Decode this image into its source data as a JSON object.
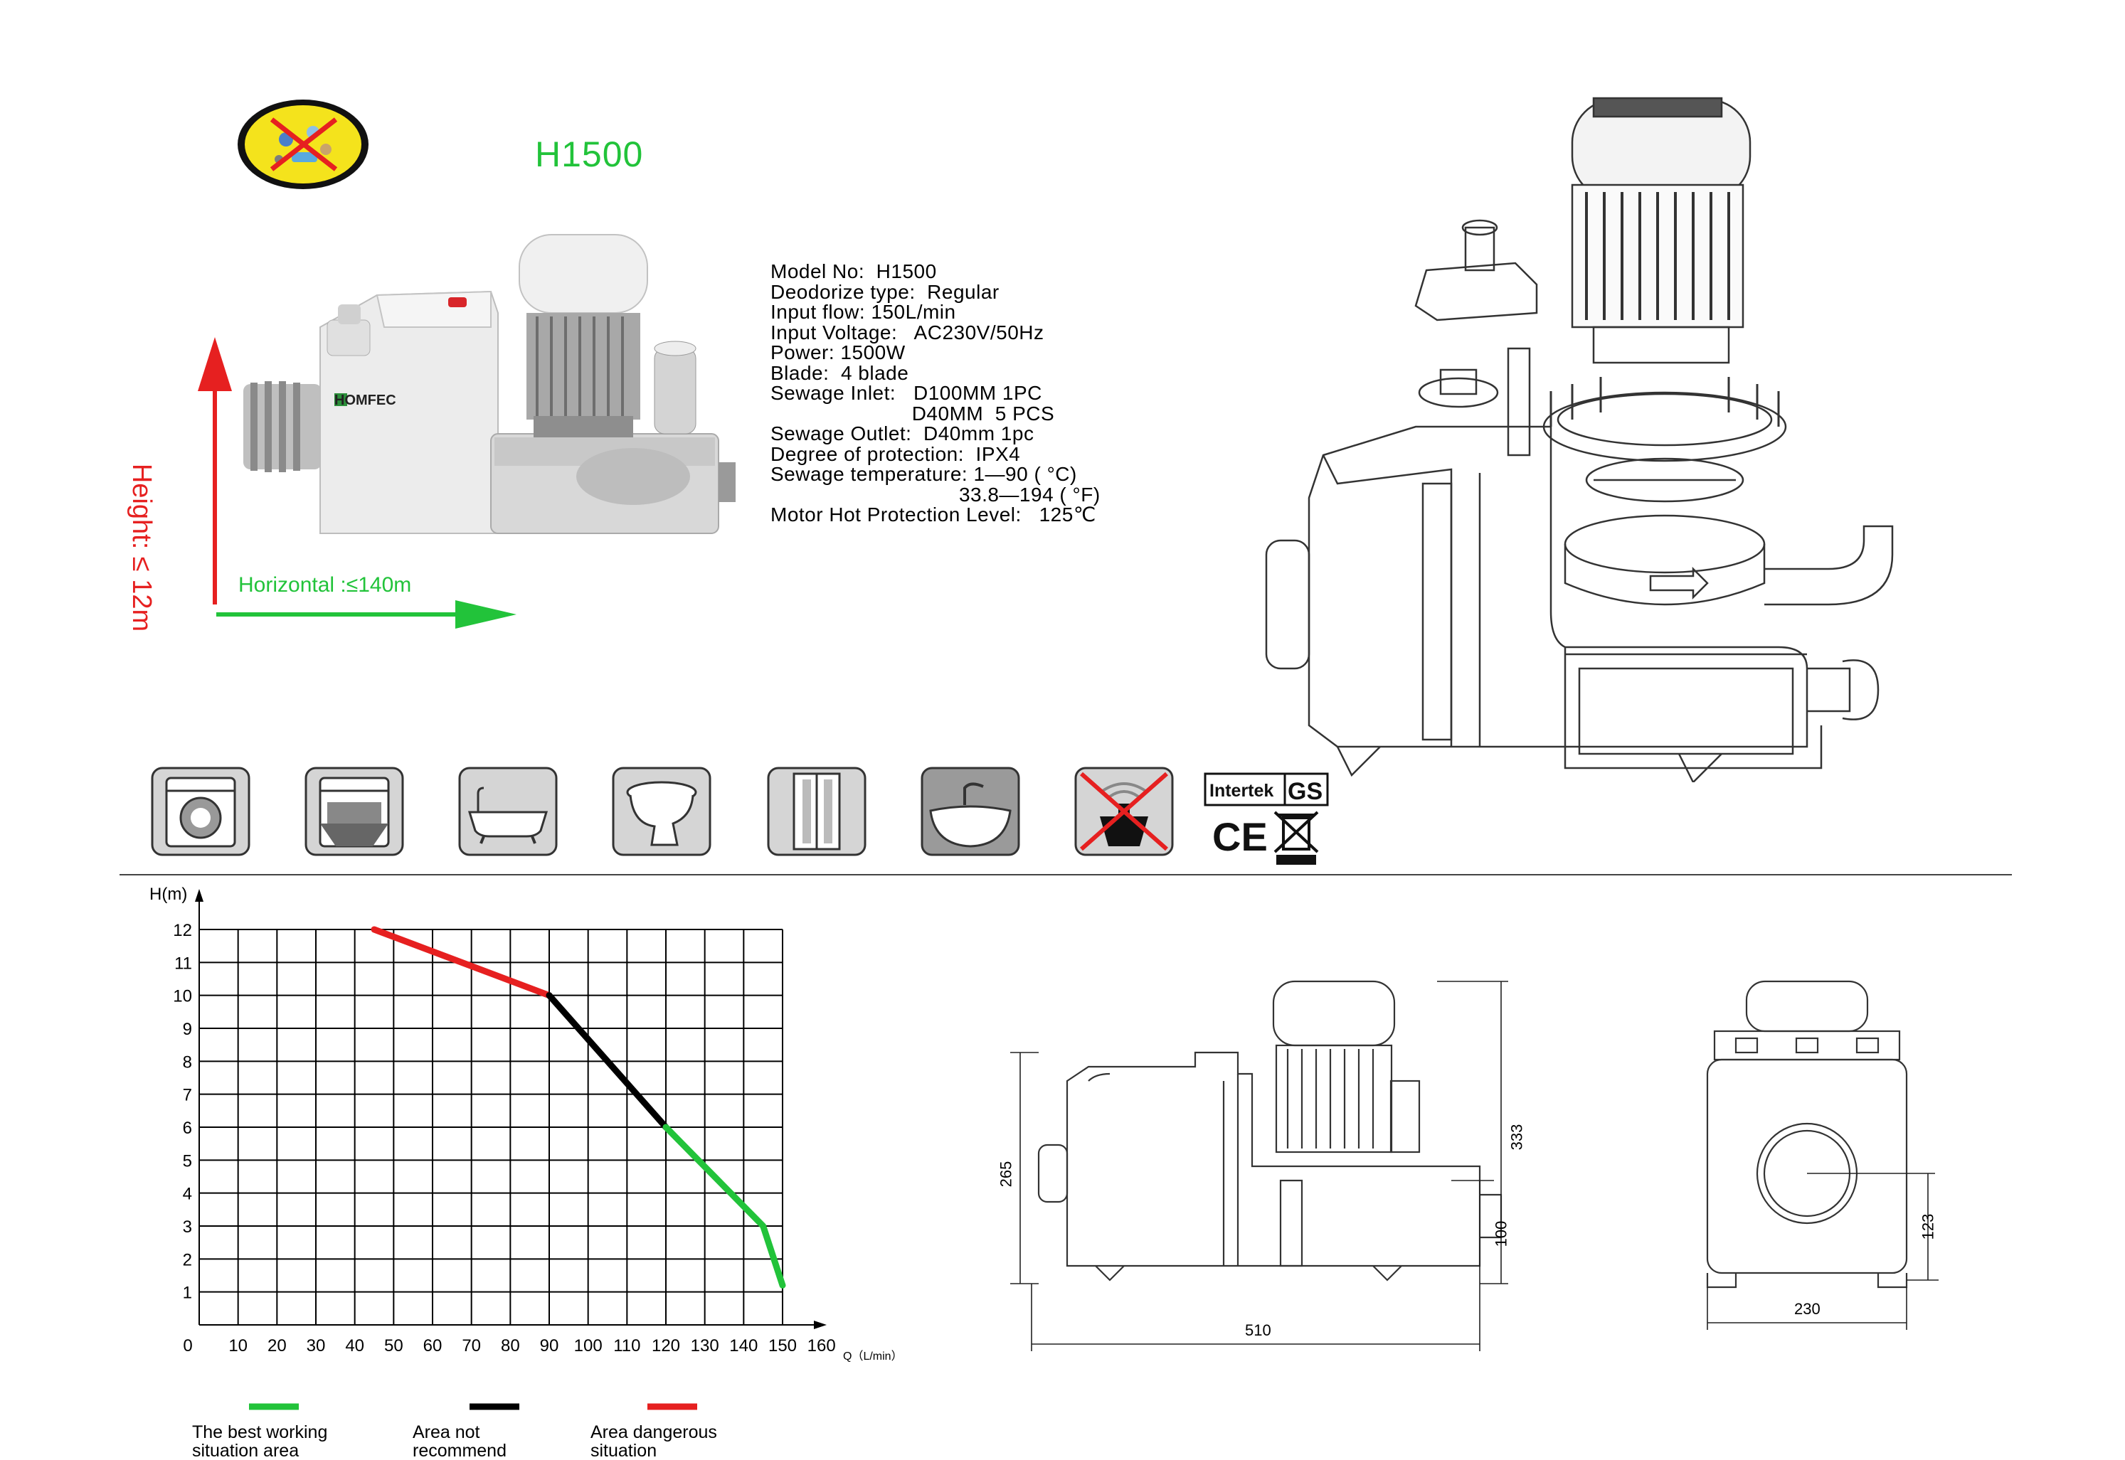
{
  "model_title": "H1500",
  "brand_logo_text": "HOMFEC",
  "height_label": "Height: ≤ 12m",
  "horizontal_label": "Horizontal :≤140m",
  "specs": [
    "Model No:  H1500",
    "Deodorize type:  Regular",
    "Input flow: 150L/min",
    "Input Voltage:   AC230V/50Hz",
    "Power: 1500W",
    "Blade:  4 blade",
    "Sewage Inlet:   D100MM 1PC",
    "                        D40MM  5 PCS",
    "Sewage Outlet:  D40mm 1pc",
    "Degree of protection:  IPX4",
    "Sewage temperature: 1—90 ( °C)",
    "                                33.8—194 ( °F)",
    "Motor Hot Protection Level:   125℃"
  ],
  "applications": [
    {
      "icon": "washing-machine-icon"
    },
    {
      "icon": "dishwasher-icon"
    },
    {
      "icon": "bathtub-icon"
    },
    {
      "icon": "toilet-icon"
    },
    {
      "icon": "shower-cabin-icon"
    },
    {
      "icon": "wash-basin-icon"
    },
    {
      "icon": "no-kitchen-sink-icon"
    }
  ],
  "certifications": {
    "intertek": "Intertek",
    "gs": "GS",
    "ce": "CE"
  },
  "colors": {
    "green": "#22c33a",
    "red": "#e62020",
    "black": "#000000",
    "title_green": "#22c33a"
  },
  "chart_data": {
    "type": "line",
    "xlabel": "Q（L/min）",
    "ylabel": "H(m)",
    "xlim": [
      0,
      160
    ],
    "ylim": [
      0,
      12
    ],
    "x_ticks": [
      0,
      10,
      20,
      30,
      40,
      50,
      60,
      70,
      80,
      90,
      100,
      110,
      120,
      130,
      140,
      150,
      160
    ],
    "y_ticks": [
      1,
      2,
      3,
      4,
      5,
      6,
      7,
      8,
      9,
      10,
      11,
      12
    ],
    "grid": true,
    "series": [
      {
        "name": "Area  dangerous situation",
        "color": "#e62020",
        "x": [
          45,
          90
        ],
        "y": [
          12,
          10
        ]
      },
      {
        "name": "Area  not recommend",
        "color": "#000000",
        "x": [
          90,
          120
        ],
        "y": [
          10,
          6
        ]
      },
      {
        "name": "The best working situation area",
        "color": "#22c33a",
        "x": [
          120,
          130,
          145,
          150
        ],
        "y": [
          6,
          4.8,
          3,
          1.2
        ]
      }
    ],
    "legend": [
      {
        "label_line1": "The best working",
        "label_line2": "situation area",
        "color": "#22c33a"
      },
      {
        "label_line1": "Area  not",
        "label_line2": "recommend",
        "color": "#000000"
      },
      {
        "label_line1": "Area  dangerous",
        "label_line2": "situation",
        "color": "#e62020"
      }
    ]
  },
  "dimensions": {
    "total_height": "333",
    "body_height": "265",
    "outlet_height": "100",
    "length": "510",
    "width": "230",
    "inlet_height": "123"
  }
}
